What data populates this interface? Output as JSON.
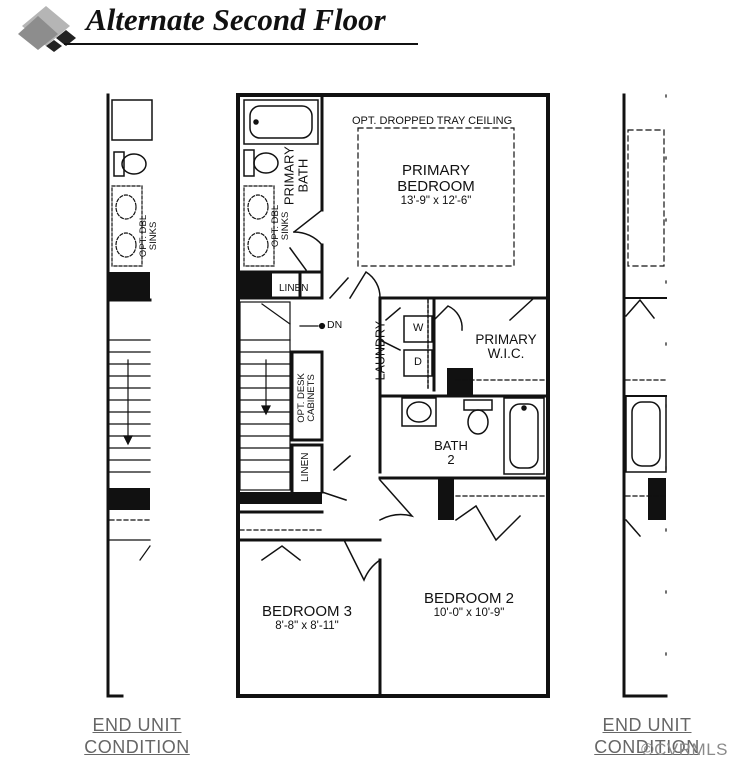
{
  "header": {
    "title": "Alternate Second Floor"
  },
  "rooms": {
    "primary_bedroom": {
      "name_line1": "PRIMARY",
      "name_line2": "BEDROOM",
      "size": "13'-9\" x 12'-6\""
    },
    "bedroom_2": {
      "name": "BEDROOM 2",
      "size": "10'-0\" x 10'-9\""
    },
    "bedroom_3": {
      "name": "BEDROOM 3",
      "size": "8'-8\" x 8'-11\""
    },
    "primary_wic": {
      "name_line1": "PRIMARY",
      "name_line2": "W.I.C."
    },
    "bath_2": {
      "name_line1": "BATH",
      "name_line2": "2"
    },
    "primary_bath": {
      "name_line1": "PRIMARY",
      "name_line2": "BATH"
    },
    "laundry": "LAUNDRY"
  },
  "labels": {
    "tray_ceiling": "OPT. DROPPED TRAY CEILING",
    "linen_top": "LINEN",
    "linen_side": "LINEN",
    "down": "DN",
    "washer": "W",
    "dryer": "D",
    "desk_line1": "OPT. DESK",
    "desk_line2": "CABINETS",
    "sinks_center_line1": "OPT. DBL",
    "sinks_center_line2": "SINKS",
    "sinks_left_line1": "OPT. DBL",
    "sinks_left_line2": "SINKS"
  },
  "footer": {
    "left_line1": "END UNIT",
    "left_line2": "CONDITION",
    "right_line1": "END UNIT",
    "right_line2": "CONDITION"
  },
  "watermark": "©CVRMLS",
  "colors": {
    "wall": "#111111",
    "footer_text": "#666666",
    "logo_dark": "#222222",
    "logo_light": "#b5b5b5"
  }
}
